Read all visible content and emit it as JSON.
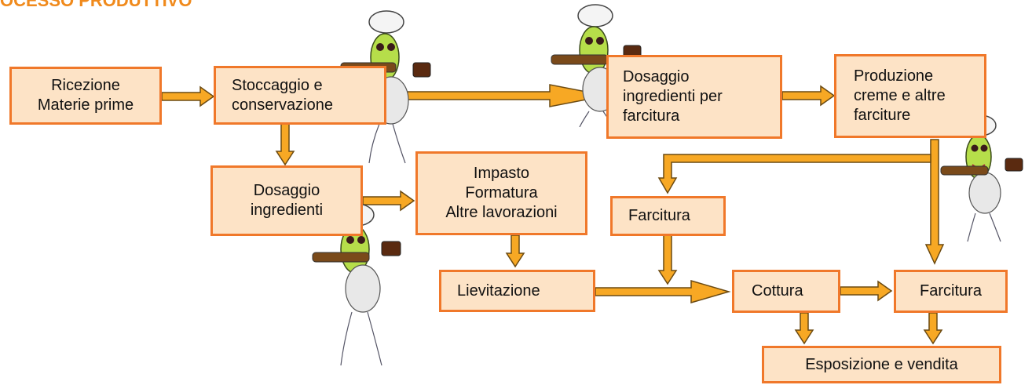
{
  "title": "OCESSO PRODUTTIVO",
  "colors": {
    "box_fill": "#fde3c6",
    "box_border": "#f0782a",
    "arrow_fill": "#f7a824",
    "arrow_stroke": "#6b4a12",
    "title": "#f08a1c"
  },
  "nodes": {
    "ricezione": "Ricezione\nMaterie prime",
    "stoccaggio": "Stoccaggio e\nconservazione",
    "dosaggio_farcitura": "Dosaggio\ningredienti per\nfarcitura",
    "produzione_creme": "Produzione\ncreme e altre\nfarciture",
    "dosaggio_ingredienti": "Dosaggio\ningredienti",
    "impasto": "Impasto\nFormatura\nAltre lavorazioni",
    "farcitura_1": "Farcitura",
    "lievitazione": "Lievitazione",
    "cottura": "Cottura",
    "farcitura_2": "Farcitura",
    "esposizione": "Esposizione e vendita"
  },
  "mascot_icon": "fly-chef-icon"
}
